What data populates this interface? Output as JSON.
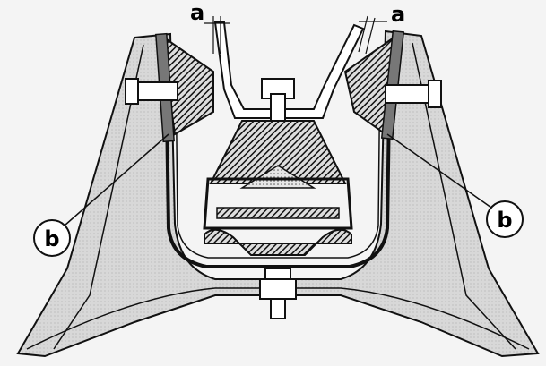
{
  "diagram": {
    "labels": {
      "a_left": "a",
      "a_right": "a",
      "b_left": "b",
      "b_right": "b"
    },
    "colors": {
      "line": "#111111",
      "frame_fill": "#d6d6d6",
      "rubber_fill": "#3a3a3a",
      "background": "#f4f4f4"
    }
  }
}
